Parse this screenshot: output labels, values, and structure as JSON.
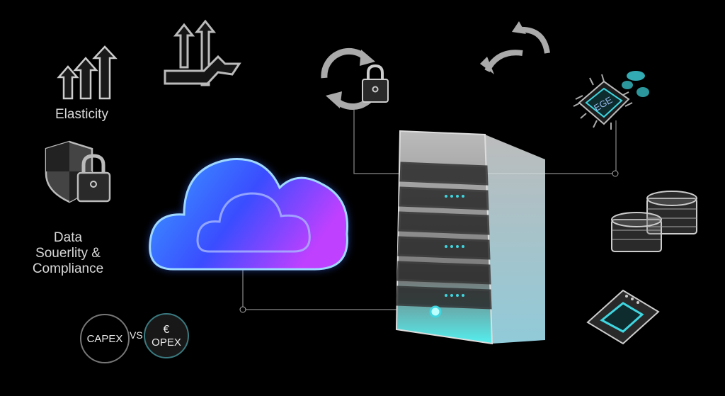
{
  "labels": {
    "elasticity": "Elasticity",
    "data_sovereignty": [
      "Data",
      "Souerlity &",
      "Compliance"
    ],
    "capex": "CAPEX",
    "vs": "VS",
    "opex": "OPEX",
    "euro": "€",
    "chip": "EGE"
  },
  "colors": {
    "background": "#000000",
    "cyan": "#3fd6e0",
    "cloud_blue": "#3a7bff",
    "cloud_purple": "#b040ff"
  }
}
